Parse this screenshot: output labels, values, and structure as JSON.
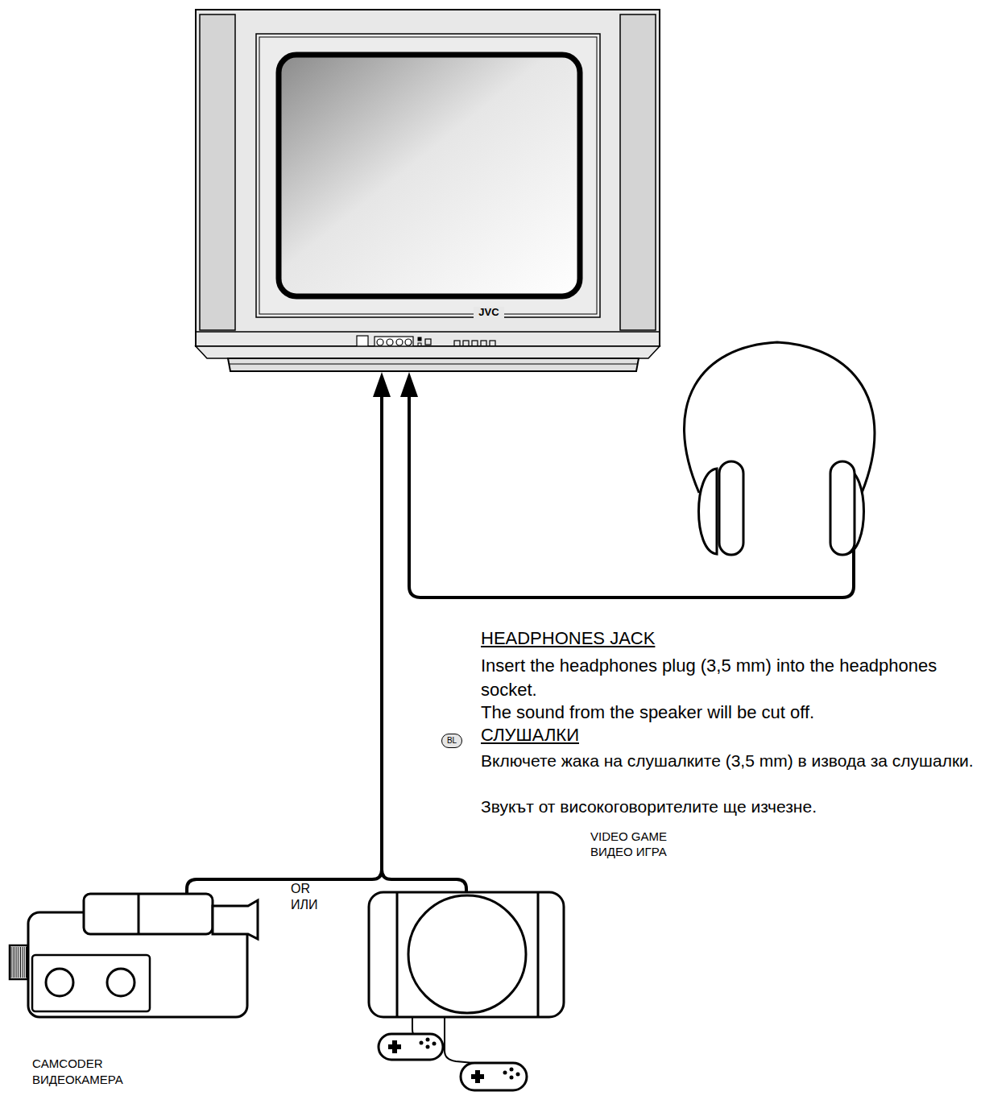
{
  "diagram": {
    "labels": [
      "JVC",
      "HEADPHONES JACK",
      "Insert the headphones plug (3,5 mm) into the headphones socket.",
      "The sound from the speaker will be cut off.",
      "BL",
      "СЛУШАЛКИ",
      "Включете жака на слушалките (3,5 mm) в извода за слушалки.",
      "Звукът от високоговорителите ще изчезне.",
      "VIDEO GAME",
      "ВИДЕО ИГРА",
      "OR",
      "ИЛИ",
      "CAMCODER",
      "ВИДЕОКАМЕРА"
    ]
  }
}
